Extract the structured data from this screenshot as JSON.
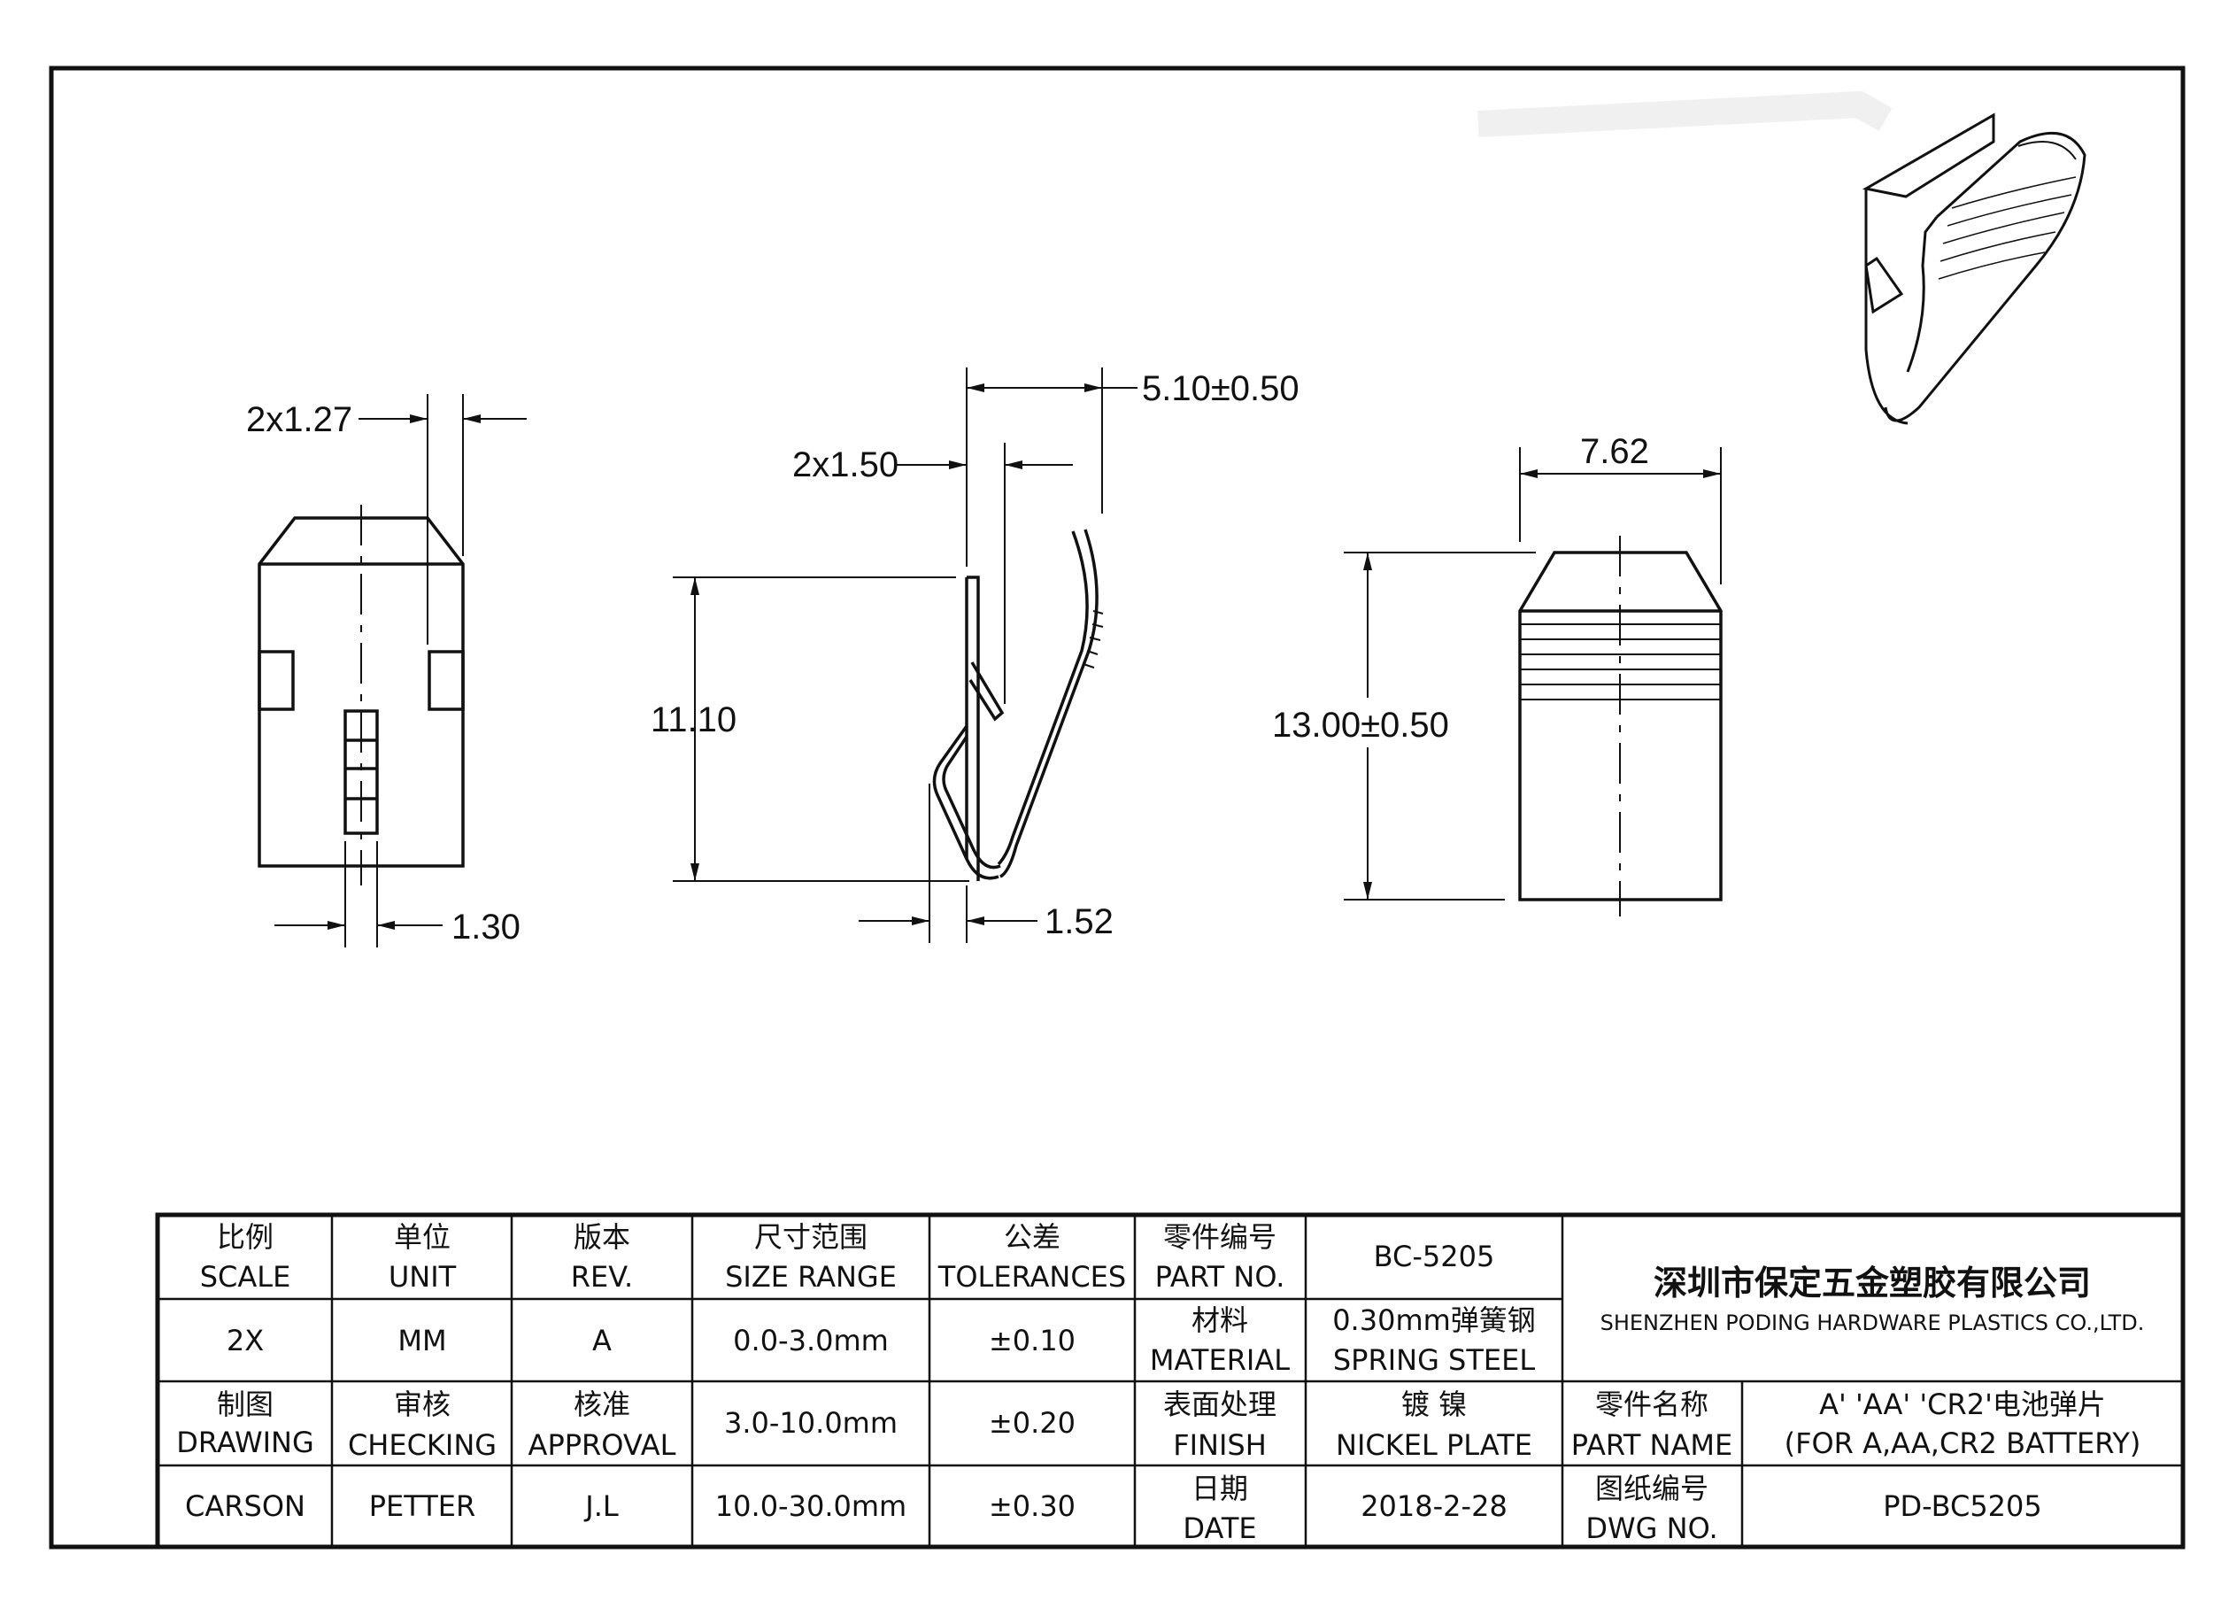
{
  "dimensions": {
    "slot_width": "2x1.27",
    "tab_width": "1.30",
    "tongue_offset": "2x1.50",
    "depth": "5.10±0.50",
    "side_height": "11.10",
    "base_width": "1.52",
    "front_width": "7.62",
    "front_height": "13.00±0.50"
  },
  "title_block": {
    "headers": [
      {
        "cn": "比例",
        "en": "SCALE"
      },
      {
        "cn": "单位",
        "en": "UNIT"
      },
      {
        "cn": "版本",
        "en": "REV."
      },
      {
        "cn": "尺寸范围",
        "en": "SIZE RANGE"
      },
      {
        "cn": "公差",
        "en": "TOLERANCES"
      },
      {
        "cn": "零件编号",
        "en": "PART NO."
      }
    ],
    "part_no": "BC-5205",
    "row2": [
      "2X",
      "MM",
      "A",
      "0.0-3.0mm",
      "±0.10"
    ],
    "material_label": {
      "cn": "材料",
      "en": "MATERIAL"
    },
    "material_value": {
      "cn": "0.30mm弹簧钢",
      "en": "SPRING STEEL"
    },
    "row3_labels": [
      {
        "cn": "制图",
        "en": "DRAWING"
      },
      {
        "cn": "审核",
        "en": "CHECKING"
      },
      {
        "cn": "核准",
        "en": "APPROVAL"
      }
    ],
    "row3_range": "3.0-10.0mm",
    "row3_tol": "±0.20",
    "finish_label": {
      "cn": "表面处理",
      "en": "FINISH"
    },
    "finish_value": {
      "cn": "镀 镍",
      "en": "NICKEL PLATE"
    },
    "row4": [
      "CARSON",
      "PETTER",
      "J.L",
      "10.0-30.0mm",
      "±0.30"
    ],
    "date_label": {
      "cn": "日期",
      "en": "DATE"
    },
    "date_value": "2018-2-28",
    "company_cn": "深圳市保定五金塑胶有限公司",
    "company_en": "SHENZHEN PODING HARDWARE PLASTICS CO.,LTD.",
    "part_name_label": {
      "cn": "零件名称",
      "en": "PART NAME"
    },
    "part_name_value": {
      "cn": "A' 'AA' 'CR2'电池弹片",
      "en": "(FOR A,AA,CR2 BATTERY)"
    },
    "dwg_label": {
      "cn": "图纸编号",
      "en": "DWG NO."
    },
    "dwg_value": "PD-BC5205"
  }
}
